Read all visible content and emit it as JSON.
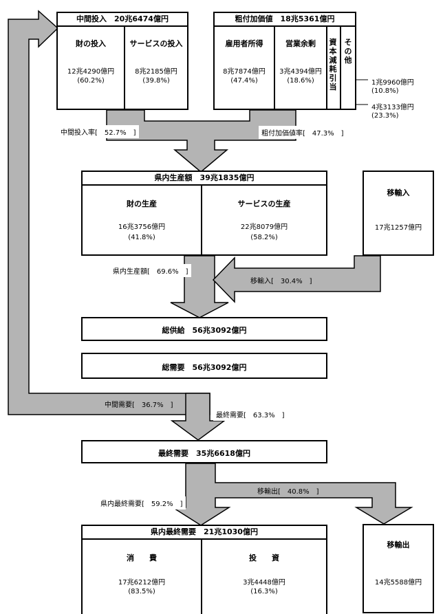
{
  "intermediate_input": {
    "title": "中間投入　20兆6474億円",
    "goods": {
      "name": "財の投入",
      "value": "12兆4290億円",
      "pct": "(60.2%)"
    },
    "services": {
      "name": "サービスの投入",
      "value": "8兆2185億円",
      "pct": "(39.8%)"
    }
  },
  "gross_value_added": {
    "title": "粗付加価値　18兆5361億円",
    "employee": {
      "name": "雇用者所得",
      "value": "8兆7874億円",
      "pct": "(47.4%)"
    },
    "operating": {
      "name": "営業余剰",
      "value": "3兆4394億円",
      "pct": "(18.6%)"
    },
    "depreciation": {
      "name": "資本減耗引当",
      "value": "1兆9960億円",
      "pct": "(10.8%)"
    },
    "other": {
      "name": "その他",
      "value": "4兆3133億円",
      "pct": "(23.3%)"
    }
  },
  "rates": {
    "intermediate_input_rate": "中間投入率[　52.7%　]",
    "gross_value_added_rate": "粗付加価値率[　47.3%　]"
  },
  "gross_output": {
    "title": "県内生産額　39兆1835億円",
    "goods": {
      "name": "財の生産",
      "value": "16兆3756億円",
      "pct": "(41.8%)"
    },
    "services": {
      "name": "サービスの生産",
      "value": "22兆8079億円",
      "pct": "(58.2%)"
    }
  },
  "imports": {
    "name": "移輸入",
    "value": "17兆1257億円"
  },
  "supply_share": {
    "output": "県内生産額[　69.6%　]",
    "imports": "移輸入[　30.4%　]"
  },
  "total_supply": "総供給　56兆3092億円",
  "total_demand": "総需要　56兆3092億円",
  "demand_share": {
    "intermediate": "中間需要[　36.7%　]",
    "final": "最終需要[　63.3%　]"
  },
  "final_demand": "最終需要　35兆6618億円",
  "final_share": {
    "exports": "移輸出[　40.8%　]",
    "domestic": "県内最終需要[　59.2%　]"
  },
  "domestic_final_demand": {
    "title": "県内最終需要　21兆1030億円",
    "consumption": {
      "name": "消　　費",
      "value": "17兆6212億円",
      "pct": "(83.5%)"
    },
    "investment": {
      "name": "投　　資",
      "value": "3兆4448億円",
      "pct": "(16.3%)"
    }
  },
  "exports": {
    "name": "移輸出",
    "value": "14兆5588億円"
  }
}
